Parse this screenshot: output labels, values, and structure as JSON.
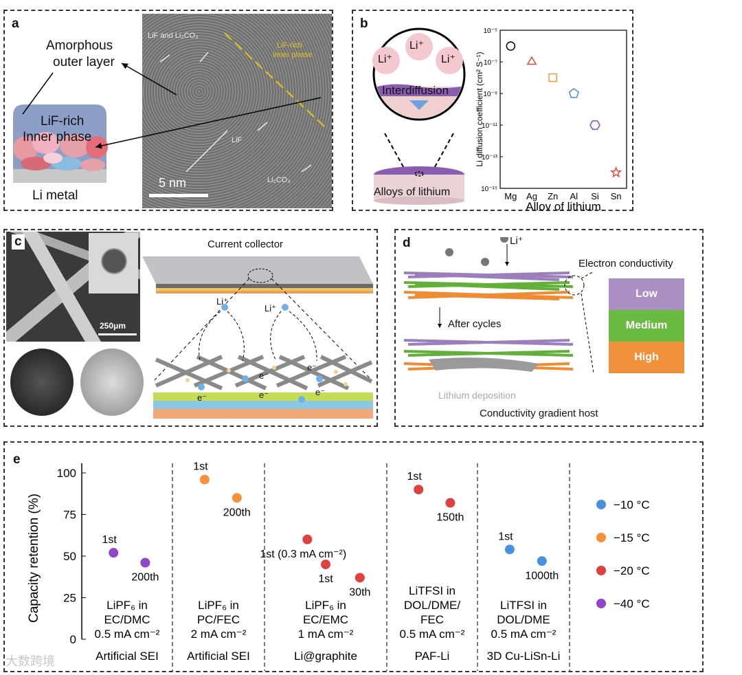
{
  "panel_a": {
    "letter": "a",
    "amorphous_label_1": "Amorphous",
    "amorphous_label_2": "outer layer",
    "lif_rich_1": "LiF-rich",
    "inner_phase": "Inner phase",
    "li_metal": "Li metal",
    "tem": {
      "lif_li2co3": "LiF and Li₂CO₃",
      "lif_rich_inner_1": "LiF-rich",
      "lif_rich_inner_2": "inner phase",
      "lif": "LiF",
      "li2co3": "Li₂CO₃",
      "scale_bar": "5 nm"
    }
  },
  "panel_b": {
    "letter": "b",
    "li_plus": "Li⁺",
    "interdiffusion": "Interdiffusion",
    "alloys_of_lithium": "Alloys of lithium",
    "chart_data": {
      "type": "scatter",
      "title": "",
      "xlabel": "Alloy of lithium",
      "ylabel": "Li diffusion coefficient (cm² S⁻¹)",
      "y_scale": "log",
      "ylim": [
        1e-15,
        1e-05
      ],
      "y_ticks": [
        "10⁻¹⁵",
        "10⁻¹³",
        "10⁻¹¹",
        "10⁻⁹",
        "10⁻⁷",
        "10⁻⁵"
      ],
      "categories": [
        "Mg",
        "Ag",
        "Zn",
        "Al",
        "Si",
        "Sn"
      ],
      "values": [
        1e-06,
        1e-07,
        1e-08,
        1e-09,
        1e-11,
        1e-14
      ],
      "markers": [
        "circle",
        "triangle",
        "square",
        "pentagon",
        "hexagon",
        "star"
      ],
      "colors": [
        "#000000",
        "#e0483a",
        "#f29a3e",
        "#4a8ad8",
        "#8a4bc0",
        "#e0483a"
      ]
    }
  },
  "panel_c": {
    "letter": "c",
    "current_collector": "Current collector",
    "scale_bar": "250μm",
    "li_plus": "Li⁺",
    "electron": "e⁻"
  },
  "panel_d": {
    "letter": "d",
    "li_plus": "Li⁺",
    "electron_conductivity": "Electron conductivity",
    "after_cycles": "After cycles",
    "lithium_deposition": "Lithium deposition",
    "host_title": "Conductivity gradient  host",
    "levels": [
      {
        "label": "Low",
        "color": "#a98fc4"
      },
      {
        "label": "Medium",
        "color": "#6ab940"
      },
      {
        "label": "High",
        "color": "#f0903a"
      }
    ]
  },
  "panel_e": {
    "letter": "e",
    "chart_data": {
      "type": "scatter",
      "title": "",
      "ylabel": "Capacity retention (%)",
      "ylim": [
        0,
        100
      ],
      "y_ticks": [
        0,
        25,
        50,
        75,
        100
      ],
      "groups": [
        {
          "category": "Artificial SEI",
          "electrolyte": [
            "LiPF₆ in",
            "EC/DMC",
            "0.5 mA cm⁻²"
          ],
          "points": [
            {
              "label": "1st",
              "value": 52,
              "temp": "−40 °C"
            },
            {
              "label": "200th",
              "value": 46,
              "temp": "−40 °C"
            }
          ]
        },
        {
          "category": "Artificial SEI",
          "electrolyte": [
            "LiPF₆ in",
            "PC/FEC",
            "2 mA cm⁻²"
          ],
          "points": [
            {
              "label": "1st",
              "value": 96,
              "temp": "−15 °C"
            },
            {
              "label": "200th",
              "value": 85,
              "temp": "−15 °C"
            }
          ]
        },
        {
          "category": "Li@graphite",
          "electrolyte": [
            "LiPF₆ in",
            "EC/EMC",
            "1 mA cm⁻²"
          ],
          "points": [
            {
              "label": "1st (0.3 mA cm⁻²)",
              "value": 60,
              "temp": "−20 °C"
            },
            {
              "label": "1st",
              "value": 45,
              "temp": "−20 °C"
            },
            {
              "label": "30th",
              "value": 37,
              "temp": "−20 °C"
            }
          ]
        },
        {
          "category": "PAF-Li",
          "electrolyte": [
            "LiTFSI in",
            "DOL/DME/",
            "FEC",
            "0.5 mA cm⁻²"
          ],
          "points": [
            {
              "label": "1st",
              "value": 90,
              "temp": "−20 °C"
            },
            {
              "label": "150th",
              "value": 82,
              "temp": "−20 °C"
            }
          ]
        },
        {
          "category": "3D Cu-LiSn-Li",
          "electrolyte": [
            "LiTFSI in",
            "DOL/DME",
            "0.5 mA cm⁻²"
          ],
          "points": [
            {
              "label": "1st",
              "value": 54,
              "temp": "−10 °C"
            },
            {
              "label": "1000th",
              "value": 47,
              "temp": "−10 °C"
            }
          ]
        }
      ],
      "legend": [
        {
          "label": "−10 °C",
          "color": "#4a90e2"
        },
        {
          "label": "−15 °C",
          "color": "#f4923c"
        },
        {
          "label": "−20 °C",
          "color": "#e04040"
        },
        {
          "label": "−40 °C",
          "color": "#9046c8"
        }
      ]
    }
  },
  "watermark": "大数跨境"
}
